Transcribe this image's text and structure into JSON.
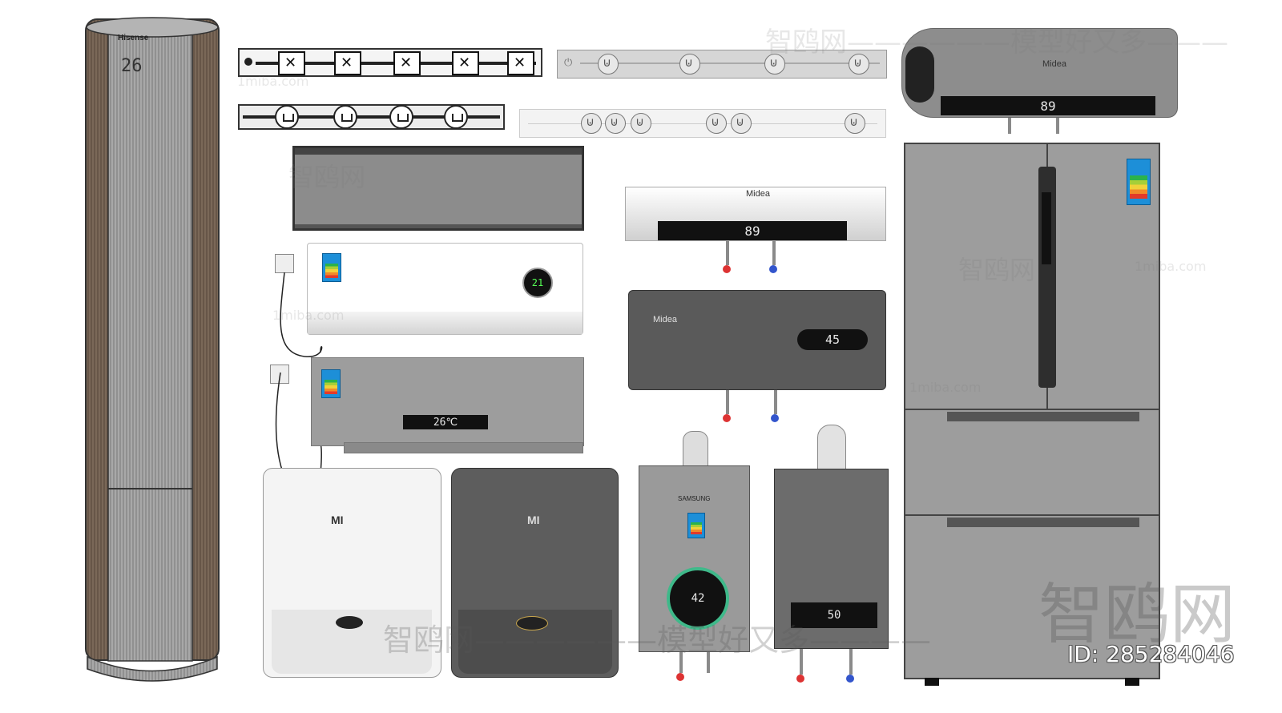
{
  "brands": {
    "hisense": "Hisense",
    "midea_1": "Midea",
    "midea_2": "Midea",
    "midea_3": "Midea",
    "mi_white": "MI",
    "mi_dark": "MI",
    "samsung": "SAMSUNG"
  },
  "displays": {
    "tower_ac_temp": "26",
    "white_ac_temp": "21",
    "grey_ac_temp": "26℃",
    "heater_top": "89",
    "heater_white": "89",
    "heater_dark": "45",
    "gas_round": "42",
    "gas_rect": "50"
  },
  "watermarks": {
    "top": "智鸥网——————模型好又多———",
    "mid_1": "智鸥网",
    "mid_2": "智鸥网",
    "bottom": "智鸥网——————模型好又多————",
    "big": "智鸥网",
    "site_1": "1miba.com",
    "site_2": "1miba.com",
    "site_3": "1miba.com",
    "site_4": "1miba.com"
  },
  "id_label": "ID: 285284046",
  "colors": {
    "bg": "#ffffff",
    "grey_panel": "#9a9a9a",
    "dark_panel": "#555555",
    "lcd": "#111111",
    "tower_brown": "#6b5a4c"
  }
}
